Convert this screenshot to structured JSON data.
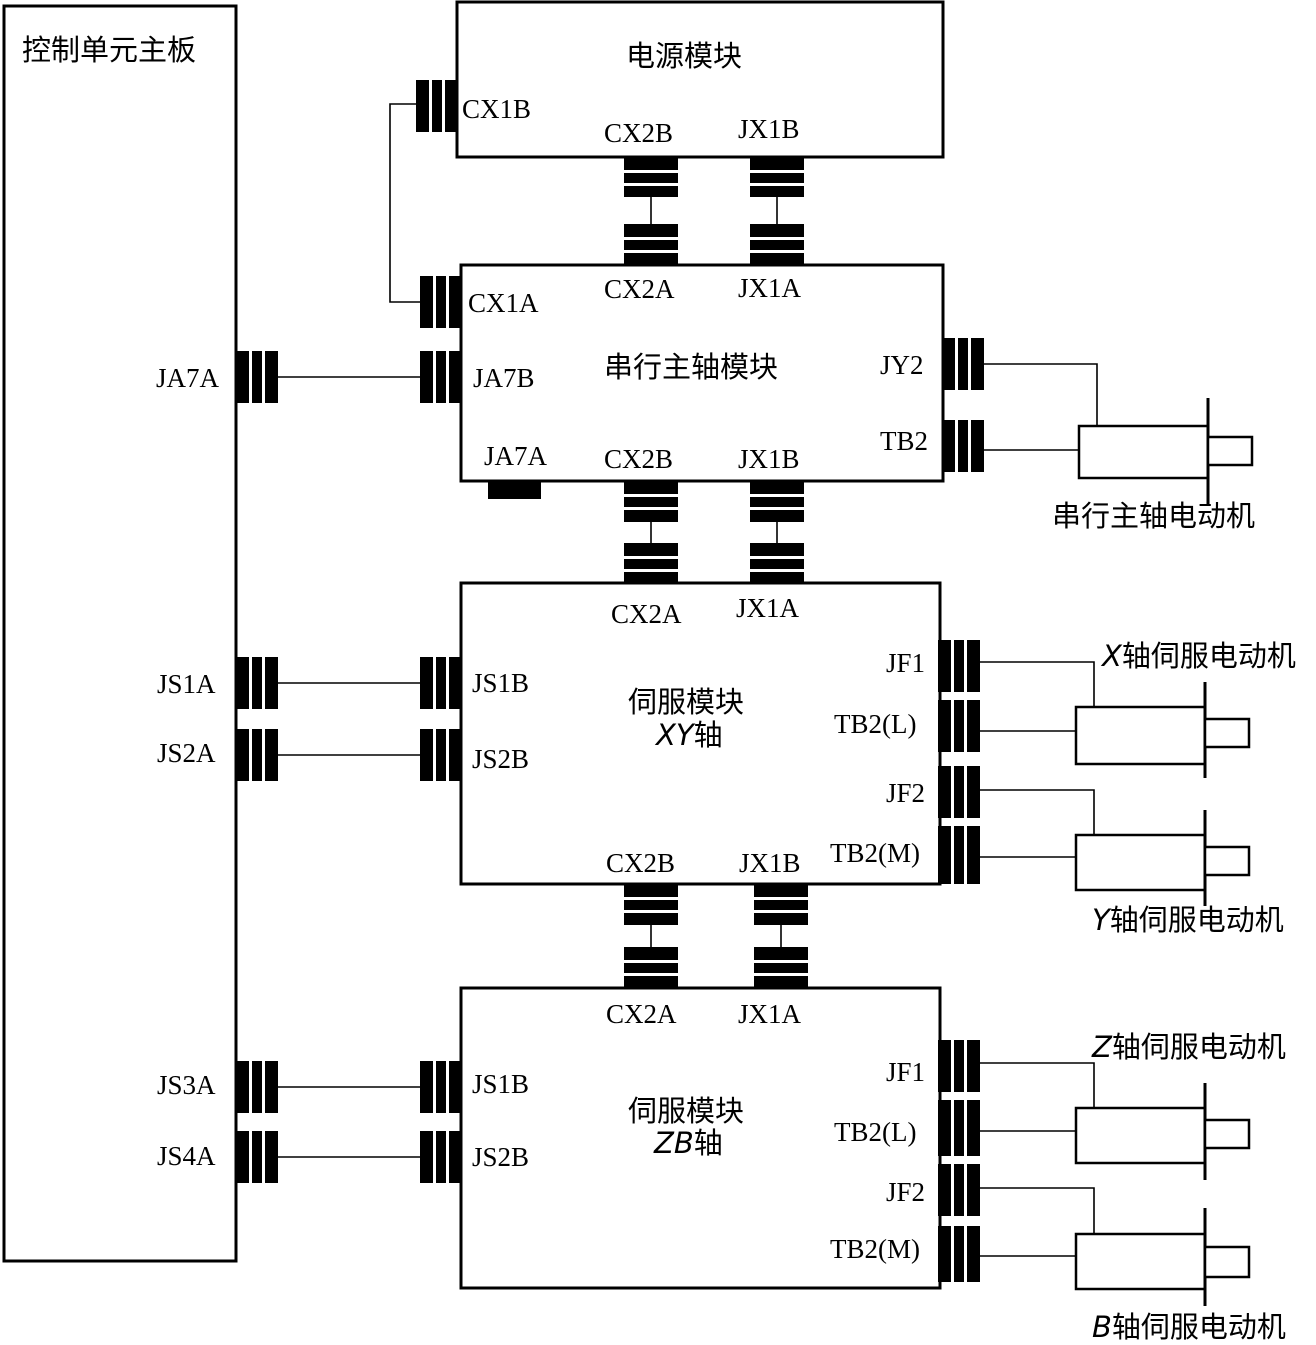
{
  "control_board": {
    "title": "控制单元主板",
    "ports": {
      "ja7a": "JA7A",
      "js1a": "JS1A",
      "js2a": "JS2A",
      "js3a": "JS3A",
      "js4a": "JS4A"
    }
  },
  "power_module": {
    "title": "电源模块",
    "ports": {
      "cx1b": "CX1B",
      "cx2b": "CX2B",
      "jx1b": "JX1B"
    }
  },
  "spindle_module": {
    "title": "串行主轴模块",
    "ports": {
      "cx1a": "CX1A",
      "ja7b": "JA7B",
      "ja7a": "JA7A",
      "cx2a": "CX2A",
      "jx1a": "JX1A",
      "cx2b": "CX2B",
      "jx1b": "JX1B",
      "jy2": "JY2",
      "tb2": "TB2"
    }
  },
  "servo_xy": {
    "title": "伺服模块",
    "axis_italic": "XY",
    "axis_suffix": "轴",
    "ports": {
      "cx2a": "CX2A",
      "jx1a": "JX1A",
      "js1b": "JS1B",
      "js2b": "JS2B",
      "jf1": "JF1",
      "tb2l": "TB2(L)",
      "jf2": "JF2",
      "tb2m": "TB2(M)",
      "cx2b": "CX2B",
      "jx1b": "JX1B"
    }
  },
  "servo_zb": {
    "title": "伺服模块",
    "axis_italic": "ZB",
    "axis_suffix": "轴",
    "ports": {
      "cx2a": "CX2A",
      "jx1a": "JX1A",
      "js1b": "JS1B",
      "js2b": "JS2B",
      "jf1": "JF1",
      "tb2l": "TB2(L)",
      "jf2": "JF2",
      "tb2m": "TB2(M)"
    }
  },
  "motors": {
    "spindle": "串行主轴电动机",
    "suffix": "轴伺服电动机",
    "x": "X",
    "y": "Y",
    "z": "Z",
    "b": "B"
  }
}
